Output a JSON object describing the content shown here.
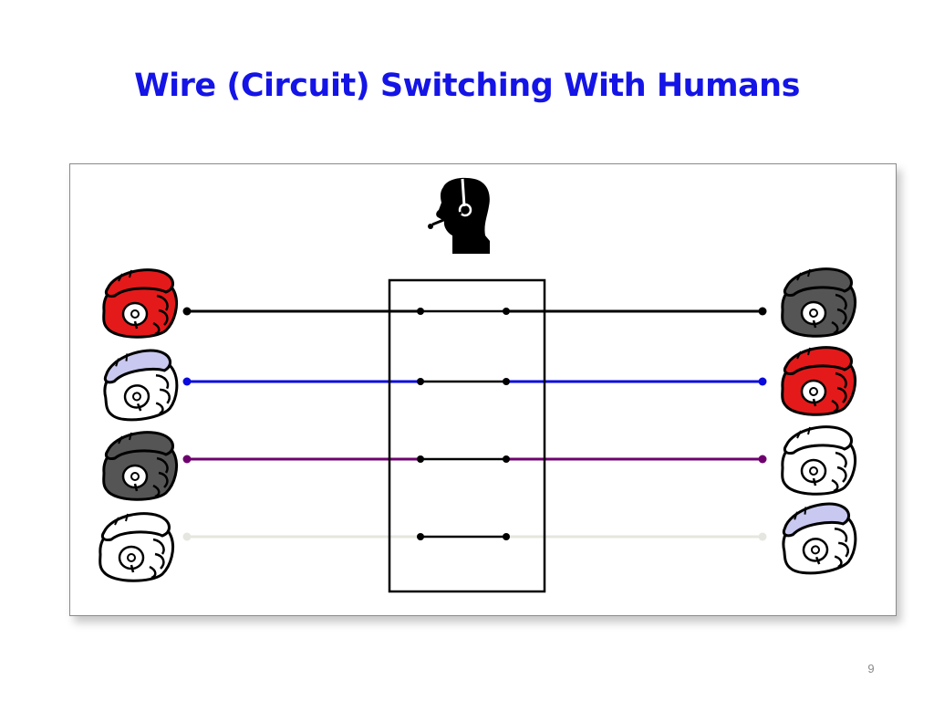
{
  "slide": {
    "title": "Wire (Circuit) Switching With Humans",
    "page_number": "9"
  },
  "colors": {
    "title": "#1414e6",
    "line_black": "#000000",
    "line_blue": "#0a0adc",
    "line_purple": "#6e006e",
    "line_idle": "#e6e6e0",
    "phone_red": "#e41a1a",
    "phone_dark": "#555555",
    "phone_lavender": "#c8c8f0",
    "phone_white": "#ffffff"
  },
  "diagram": {
    "operator_icon": "operator-headset-icon",
    "switchboard": "switchboard",
    "connections": [
      {
        "name": "line-1",
        "left_phone": "red",
        "right_phone": "dark",
        "line_color": "black",
        "active": true
      },
      {
        "name": "line-2",
        "left_phone": "lavender",
        "right_phone": "red",
        "line_color": "blue",
        "active": true
      },
      {
        "name": "line-3",
        "left_phone": "dark",
        "right_phone": "white",
        "line_color": "purple",
        "active": true
      },
      {
        "name": "line-4",
        "left_phone": "white",
        "right_phone": "lavender",
        "line_color": "idle",
        "active": false
      }
    ]
  }
}
